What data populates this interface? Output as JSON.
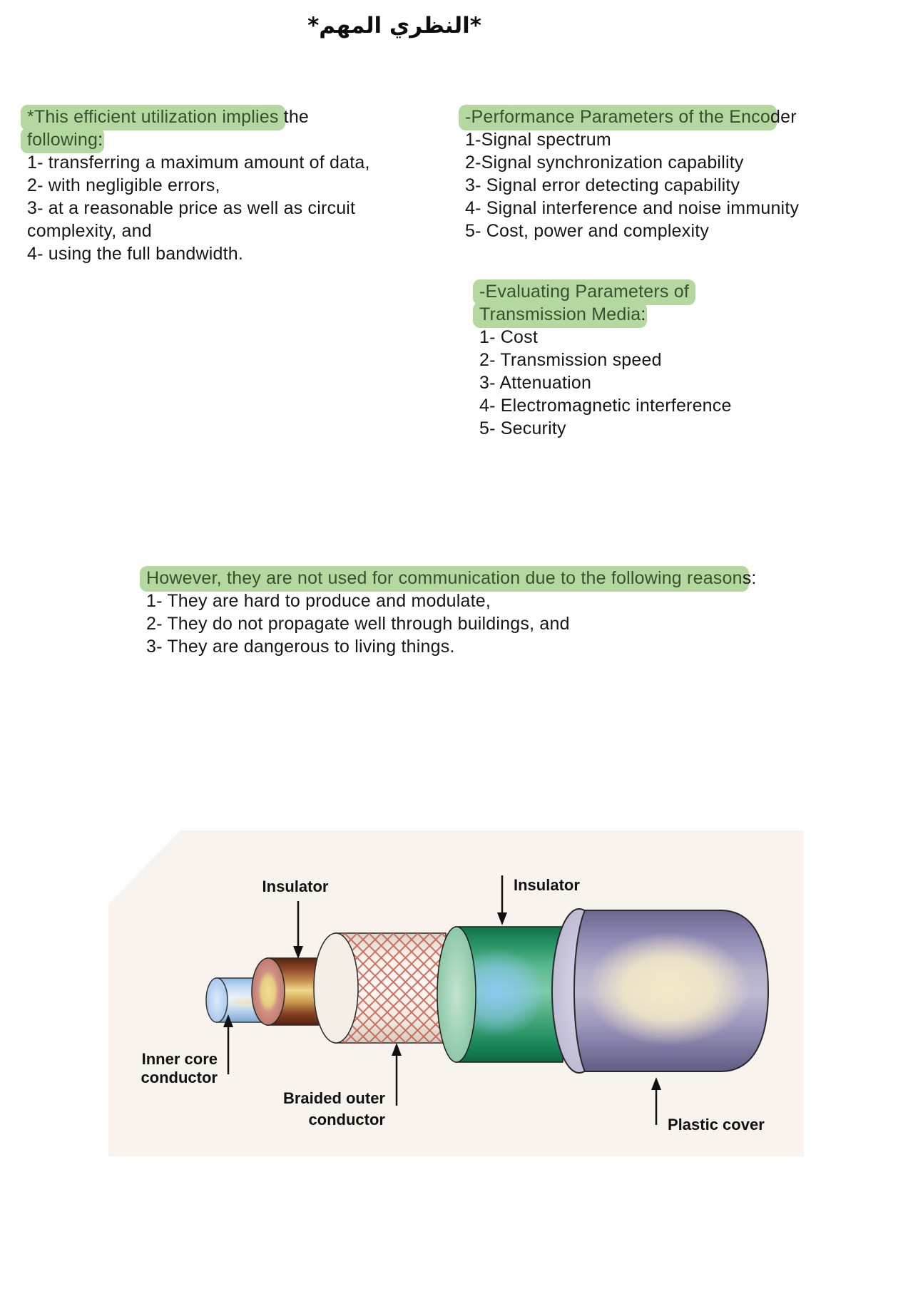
{
  "page": {
    "title": "*النظري المهم*"
  },
  "left_block": {
    "lines": [
      {
        "hl": "*This efficient utilization implies",
        "post": " the"
      },
      {
        "hl": "following",
        "post": ":"
      },
      {
        "text": "1- transferring a maximum amount of data,"
      },
      {
        "text": "2- with negligible errors,"
      },
      {
        "text": "3- at a reasonable price as well as circuit"
      },
      {
        "text": "complexity, and"
      },
      {
        "text": "4- using the full bandwidth."
      }
    ]
  },
  "encoder_block": {
    "lines": [
      {
        "hl": "-Performance Parameters of the Enco",
        "post": "der"
      },
      {
        "text": "1-Signal spectrum"
      },
      {
        "text": "2-Signal synchronization capability"
      },
      {
        "text": "3- Signal error detecting capability"
      },
      {
        "text": "4- Signal interference and noise immunity"
      },
      {
        "text": "5- Cost, power and complexity"
      }
    ]
  },
  "media_block": {
    "lines": [
      {
        "hl": "-Evaluating Parameters of",
        "post": ""
      },
      {
        "hl": "Transmission Media",
        "post": ":"
      },
      {
        "text": "1- Cost"
      },
      {
        "text": "2- Transmission speed"
      },
      {
        "text": "3- Attenuation"
      },
      {
        "text": "4- Electromagnetic interference"
      },
      {
        "text": "5- Security"
      }
    ]
  },
  "reasons_block": {
    "lines": [
      {
        "hl": "However, they are not used for communication due to the following reason",
        "post": "s:"
      },
      {
        "text": "1- They are hard to produce and modulate,"
      },
      {
        "text": "2- They do not propagate well through buildings, and"
      },
      {
        "text": "3- They are dangerous to living things."
      }
    ]
  },
  "diagram": {
    "labels": {
      "insulator_top_left": "Insulator",
      "insulator_top_right": "Insulator",
      "inner_core_line1": "Inner core",
      "inner_core_line2": "conductor",
      "braided_line1": "Braided outer",
      "braided_line2": "conductor",
      "plastic_cover": "Plastic cover"
    },
    "colors": {
      "highlight_green": "#b5d7a0",
      "panel_bg": "#f8f3ec",
      "core_blue": "#bcd8f2",
      "insulator_brown": "#8a4526",
      "braid_red": "#cf544a",
      "insulator_green": "#2e9d6d",
      "cover_purple": "#8d89b2"
    }
  }
}
